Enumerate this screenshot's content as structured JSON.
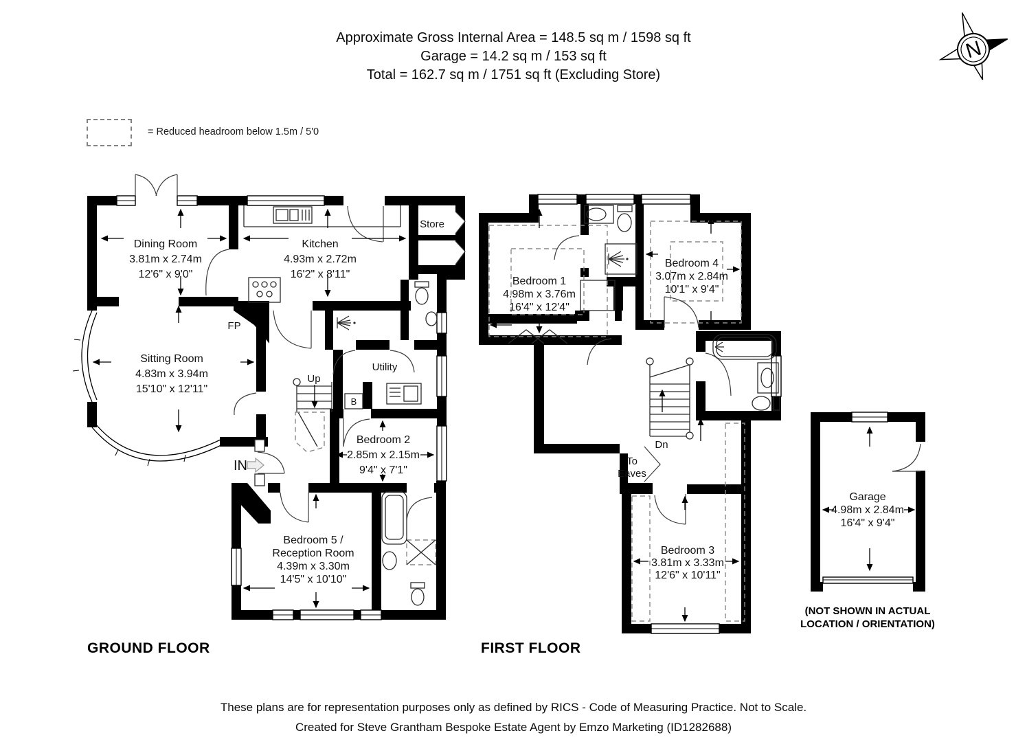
{
  "header": {
    "line1": "Approximate Gross Internal Area = 148.5 sq m / 1598 sq ft",
    "line2": "Garage = 14.2 sq m / 153 sq ft",
    "line3": "Total = 162.7 sq m / 1751 sq ft (Excluding Store)"
  },
  "legend": {
    "label": "= Reduced headroom below 1.5m / 5'0"
  },
  "compass": {
    "letter": "N"
  },
  "ground": {
    "title": "GROUND FLOOR",
    "dining": {
      "name": "Dining Room",
      "metric": "3.81m x 2.74m",
      "imperial": "12'6\" x 9'0\""
    },
    "kitchen": {
      "name": "Kitchen",
      "metric": "4.93m x 2.72m",
      "imperial": "16'2\" x 8'11\""
    },
    "sitting": {
      "name": "Sitting Room",
      "metric": "4.83m x 3.94m",
      "imperial": "15'10\" x 12'11\""
    },
    "bedroom2": {
      "name": "Bedroom 2",
      "metric": "2.85m x 2.15m",
      "imperial": "9'4\" x 7'1\""
    },
    "bedroom5": {
      "name_line1": "Bedroom 5 /",
      "name_line2": "Reception Room",
      "metric": "4.39m x 3.30m",
      "imperial": "14'5\" x 10'10\""
    },
    "labels": {
      "store": "Store",
      "fireplace": "FP",
      "utility": "Utility",
      "up": "Up",
      "boiler": "B",
      "entrance": "IN"
    }
  },
  "first": {
    "title": "FIRST FLOOR",
    "bedroom1": {
      "name": "Bedroom 1",
      "metric": "4.98m x 3.76m",
      "imperial": "16'4\" x 12'4\""
    },
    "bedroom4": {
      "name": "Bedroom 4",
      "metric": "3.07m x 2.84m",
      "imperial": "10'1\" x 9'4\""
    },
    "bedroom3": {
      "name": "Bedroom 3",
      "metric": "3.81m x 3.33m",
      "imperial": "12'6\" x 10'11\""
    },
    "labels": {
      "down": "Dn",
      "to_eaves_line1": "To",
      "to_eaves_line2": "Eaves"
    }
  },
  "garage": {
    "name": "Garage",
    "metric": "4.98m x 2.84m",
    "imperial": "16'4\" x 9'4\"",
    "note_line1": "(NOT SHOWN IN ACTUAL",
    "note_line2": "LOCATION / ORIENTATION)"
  },
  "footer": {
    "line1": "These plans are for representation purposes only as defined by RICS - Code of Measuring Practice. Not to Scale.",
    "line2": "Created for Steve Grantham Bespoke Estate Agent by Emzo Marketing (ID1282688)"
  }
}
